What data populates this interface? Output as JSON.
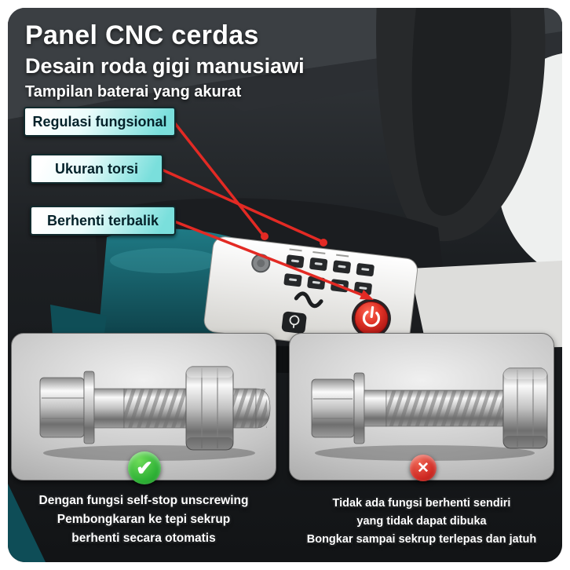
{
  "header": {
    "title": "Panel CNC cerdas",
    "subtitle": "Desain roda gigi manusiawi",
    "tagline": "Tampilan baterai yang akurat"
  },
  "callouts": [
    {
      "label": "Regulasi fungsional"
    },
    {
      "label": "Ukuran torsi"
    },
    {
      "label": "Berhenti terbalik"
    }
  ],
  "comparison": {
    "left": {
      "result": "success",
      "icon": "check-icon",
      "glyph": "✔",
      "lines": [
        "Dengan fungsi self-stop unscrewing",
        "Pembongkaran ke tepi sekrup",
        "berhenti secara otomatis"
      ]
    },
    "right": {
      "result": "fail",
      "icon": "cross-icon",
      "glyph": "✕",
      "lines": [
        "Tidak ada fungsi berhenti sendiri",
        "yang tidak dapat dibuka",
        "Bongkar sampai sekrup terlepas dan jatuh"
      ]
    }
  },
  "colors": {
    "annotation_red": "#e32a24",
    "callout_cyan": "#7adfdc",
    "check_green": "#2eb135",
    "cross_red": "#cf2a23",
    "tool_teal": "#15616c",
    "power_button_red": "#d41d17"
  }
}
